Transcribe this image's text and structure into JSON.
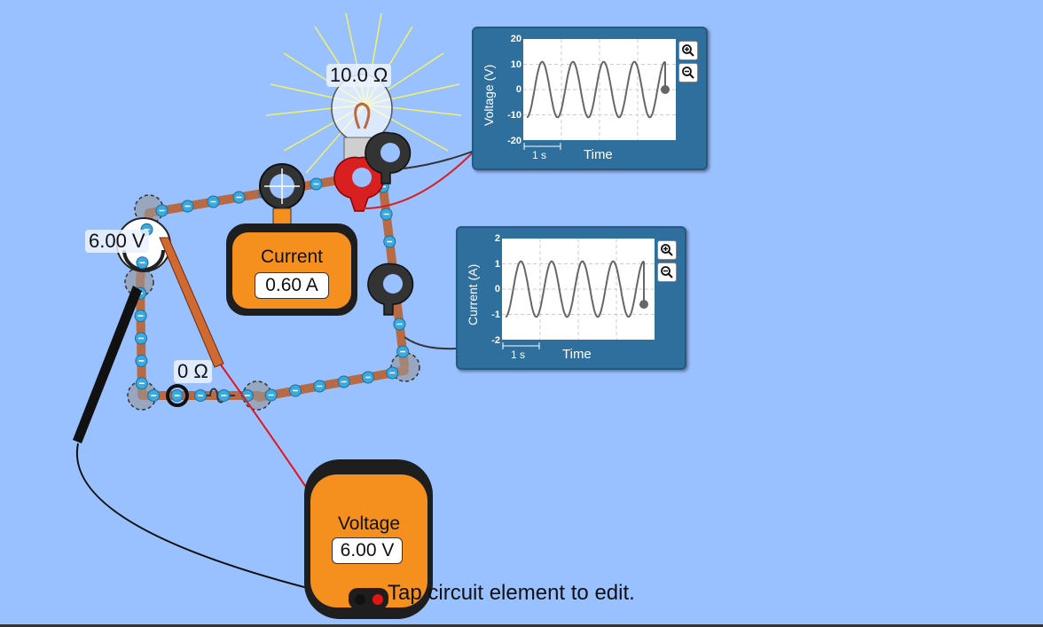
{
  "circuit": {
    "bulb_resistance": "10.0 Ω",
    "battery_voltage": "6.00 V",
    "switch_resistance": "0 Ω",
    "hint": "Tap circuit element to edit."
  },
  "ammeter": {
    "title": "Current",
    "reading": "0.60 A"
  },
  "voltmeter": {
    "title": "Voltage",
    "reading": "6.00 V"
  },
  "charts": [
    {
      "type": "line",
      "ylabel": "Voltage (V)",
      "xlabel": "Time",
      "yticks": [
        "20",
        "10",
        "0",
        "-10",
        "-20"
      ],
      "ylim": [
        -20,
        20
      ],
      "scale_label": "1 s",
      "amplitude": 11,
      "cycles": 4.5,
      "end_value": 0,
      "zoom_in_icon": "zoom-in-icon",
      "zoom_out_icon": "zoom-out-icon"
    },
    {
      "type": "line",
      "ylabel": "Current (A)",
      "xlabel": "Time",
      "yticks": [
        "2",
        "1",
        "0",
        "-1",
        "-2"
      ],
      "ylim": [
        -2,
        2
      ],
      "scale_label": "1 s",
      "amplitude": 1.1,
      "cycles": 4.5,
      "end_value": -0.6,
      "zoom_in_icon": "zoom-in-icon",
      "zoom_out_icon": "zoom-out-icon"
    }
  ],
  "colors": {
    "background": "#99c0ff",
    "wire": "#b86a45",
    "electron": "#3aa9e0",
    "meter_body": "#f5901e",
    "panel": "#2f6f9e"
  }
}
